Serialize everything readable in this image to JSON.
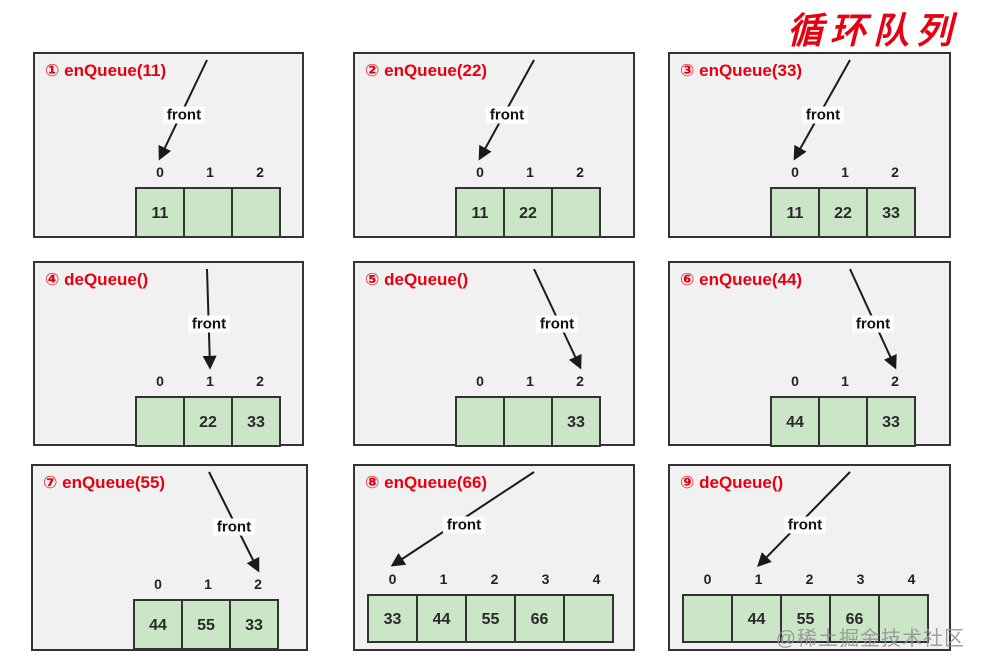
{
  "title": "循环队列",
  "watermark": "@稀土掘金技术社区",
  "front_label": "front",
  "colors": {
    "accent_red": "#e60012",
    "cell_fill": "#cbe5c7",
    "cell_border": "#333333",
    "panel_bg": "#f1f1f1",
    "panel_border": "#333333",
    "arrow": "#1a1a1a"
  },
  "panels": [
    {
      "symbol": "①",
      "operation": "enQueue(11)",
      "indices": [
        "0",
        "1",
        "2"
      ],
      "cells": [
        "11",
        "",
        ""
      ],
      "front_index": 0
    },
    {
      "symbol": "②",
      "operation": "enQueue(22)",
      "indices": [
        "0",
        "1",
        "2"
      ],
      "cells": [
        "11",
        "22",
        ""
      ],
      "front_index": 0
    },
    {
      "symbol": "③",
      "operation": "enQueue(33)",
      "indices": [
        "0",
        "1",
        "2"
      ],
      "cells": [
        "11",
        "22",
        "33"
      ],
      "front_index": 0
    },
    {
      "symbol": "④",
      "operation": "deQueue()",
      "indices": [
        "0",
        "1",
        "2"
      ],
      "cells": [
        "",
        "22",
        "33"
      ],
      "front_index": 1
    },
    {
      "symbol": "⑤",
      "operation": "deQueue()",
      "indices": [
        "0",
        "1",
        "2"
      ],
      "cells": [
        "",
        "",
        "33"
      ],
      "front_index": 2
    },
    {
      "symbol": "⑥",
      "operation": "enQueue(44)",
      "indices": [
        "0",
        "1",
        "2"
      ],
      "cells": [
        "44",
        "",
        "33"
      ],
      "front_index": 2
    },
    {
      "symbol": "⑦",
      "operation": "enQueue(55)",
      "indices": [
        "0",
        "1",
        "2"
      ],
      "cells": [
        "44",
        "55",
        "33"
      ],
      "front_index": 2
    },
    {
      "symbol": "⑧",
      "operation": "enQueue(66)",
      "indices": [
        "0",
        "1",
        "2",
        "3",
        "4"
      ],
      "cells": [
        "33",
        "44",
        "55",
        "66",
        ""
      ],
      "front_index": 0
    },
    {
      "symbol": "⑨",
      "operation": "deQueue()",
      "indices": [
        "0",
        "1",
        "2",
        "3",
        "4"
      ],
      "cells": [
        "",
        "44",
        "55",
        "66",
        ""
      ],
      "front_index": 1
    }
  ]
}
